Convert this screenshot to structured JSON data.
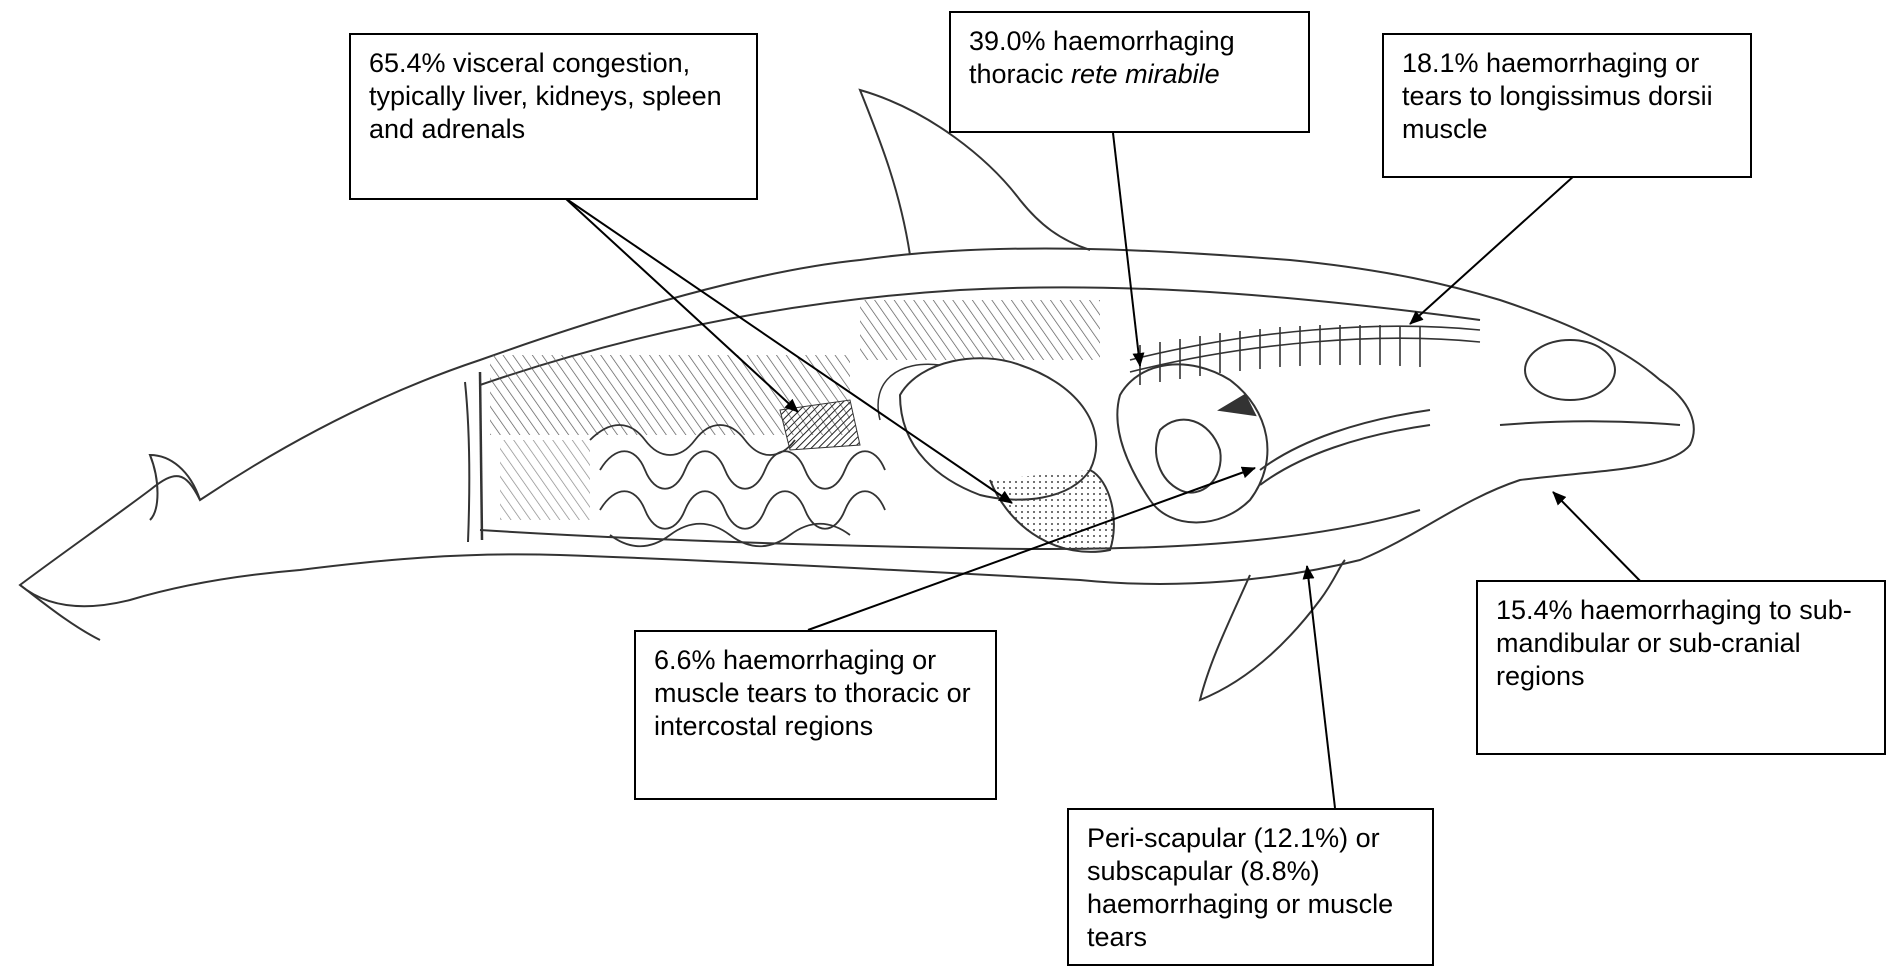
{
  "callouts": {
    "visceral": "65.4% visceral congestion, typically liver, kidneys, spleen and adrenals",
    "rete_prefix": "39.0% haemorrhaging thoracic ",
    "rete_italic": "rete mirabile",
    "longissimus": "18.1% haemorrhaging or tears to longissimus dorsii muscle",
    "thoracic": "6.6% haemorrhaging or muscle tears to thoracic or intercostal regions",
    "mandibular": "15.4% haemorrhaging to sub-mandibular or sub-cranial regions",
    "scapular": "Peri-scapular (12.1%) or subscapular (8.8%) haemorrhaging or muscle tears"
  },
  "colors": {
    "ink": "#000000",
    "background": "#ffffff",
    "hatch": "#555555"
  }
}
